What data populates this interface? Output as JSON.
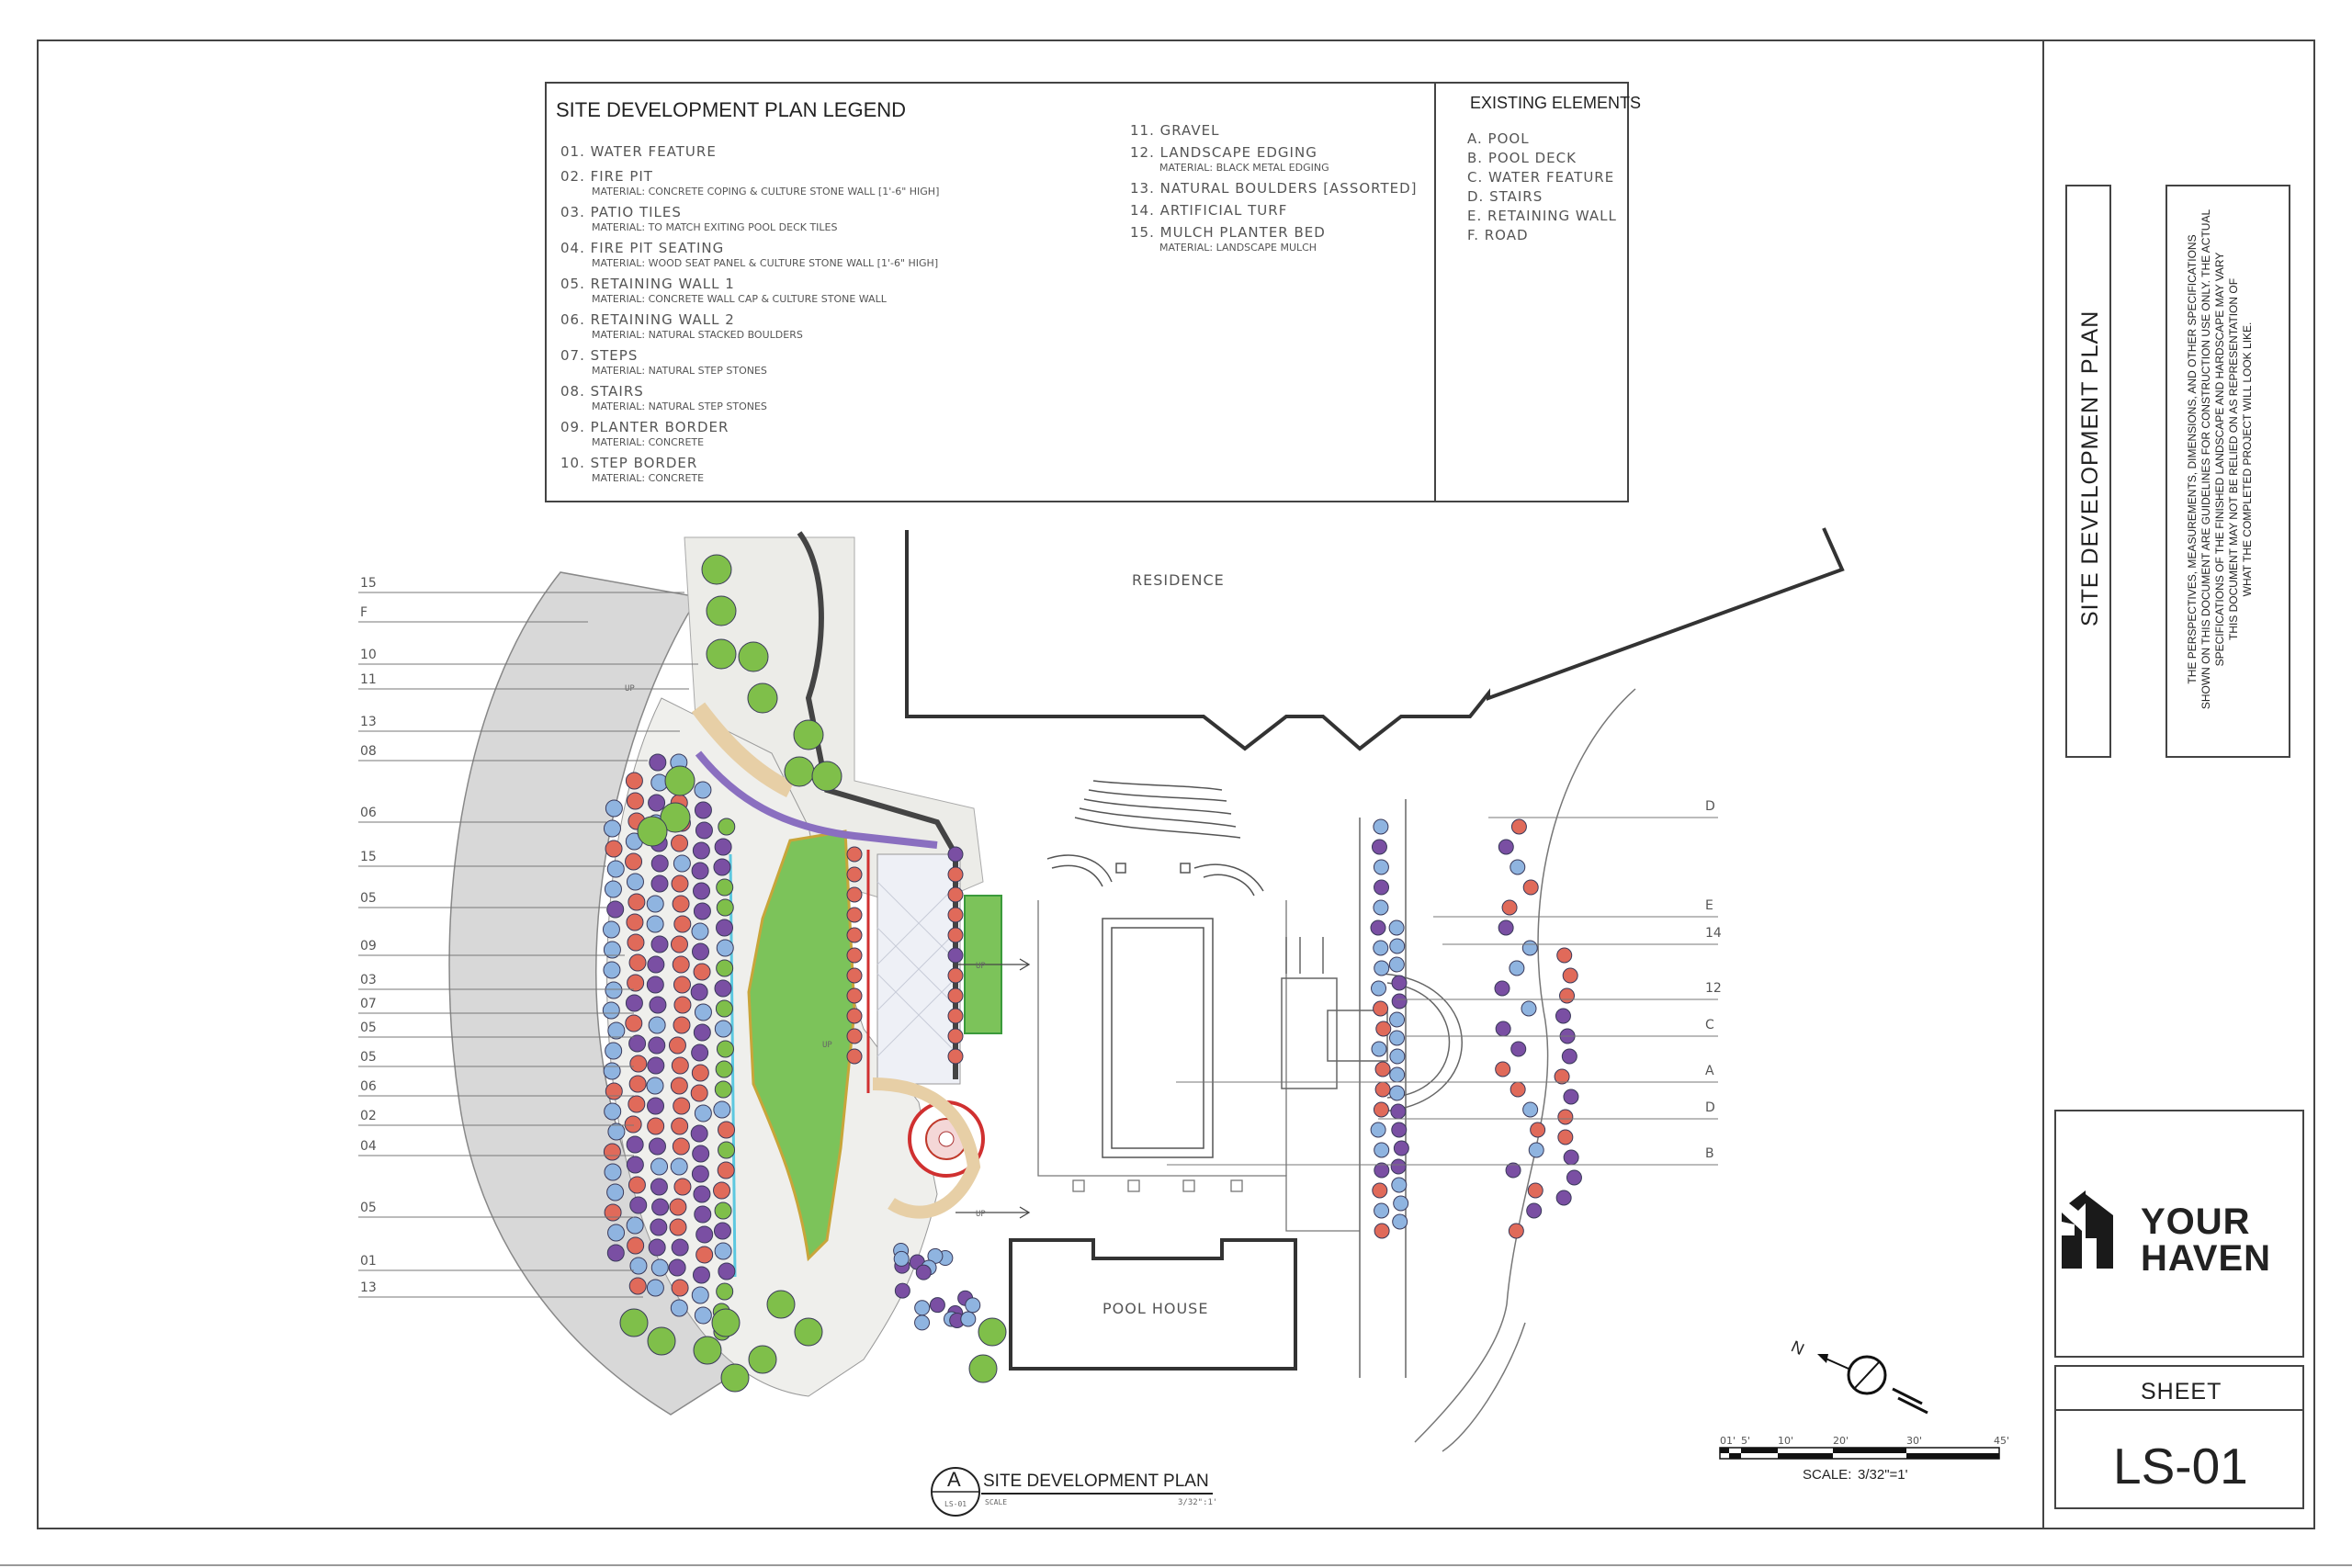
{
  "legend": {
    "title": "SITE DEVELOPMENT PLAN LEGEND",
    "items": [
      {
        "label": "01.  WATER FEATURE",
        "material": ""
      },
      {
        "label": "02.  FIRE PIT",
        "material": "MATERIAL:  CONCRETE COPING & CULTURE STONE WALL [1'-6\" HIGH]"
      },
      {
        "label": "03.  PATIO TILES",
        "material": "MATERIAL:  TO MATCH EXITING POOL DECK TILES"
      },
      {
        "label": "04.  FIRE PIT SEATING",
        "material": "MATERIAL:  WOOD SEAT PANEL & CULTURE STONE WALL [1'-6\" HIGH]"
      },
      {
        "label": "05.  RETAINING WALL 1",
        "material": "MATERIAL:  CONCRETE WALL CAP & CULTURE STONE WALL"
      },
      {
        "label": "06.  RETAINING WALL 2",
        "material": "MATERIAL:  NATURAL STACKED BOULDERS"
      },
      {
        "label": "07.  STEPS",
        "material": "MATERIAL:  NATURAL STEP STONES"
      },
      {
        "label": "08.  STAIRS",
        "material": "MATERIAL:  NATURAL STEP STONES"
      },
      {
        "label": "09.  PLANTER BORDER",
        "material": "MATERIAL:  CONCRETE"
      },
      {
        "label": "10.  STEP BORDER",
        "material": "MATERIAL:  CONCRETE"
      }
    ],
    "items_right": [
      {
        "label": "11.  GRAVEL",
        "material": ""
      },
      {
        "label": "12.  LANDSCAPE EDGING",
        "material": "MATERIAL:  BLACK METAL EDGING"
      },
      {
        "label": "13.  NATURAL BOULDERS [ASSORTED]",
        "material": ""
      },
      {
        "label": "14.  ARTIFICIAL TURF",
        "material": ""
      },
      {
        "label": "15.  MULCH PLANTER BED",
        "material": "MATERIAL:  LANDSCAPE MULCH"
      }
    ]
  },
  "existing": {
    "title": "EXISTING ELEMENTS",
    "items": [
      "A.  POOL",
      "B.  POOL DECK",
      "C.  WATER FEATURE",
      "D.  STAIRS",
      "E.  RETAINING WALL",
      "F.  ROAD"
    ]
  },
  "plan": {
    "residence": "RESIDENCE",
    "pool_house": "POOL HOUSE",
    "up": "UP",
    "callouts_left": [
      "15",
      "F",
      "10",
      "11",
      "13",
      "08",
      "06",
      "15",
      "05",
      "09",
      "03",
      "07",
      "05",
      "05",
      "06",
      "02",
      "04",
      "05",
      "01",
      "13"
    ],
    "callouts_right": [
      "D",
      "E",
      "14",
      "12",
      "C",
      "A",
      "D",
      "B"
    ]
  },
  "title_block": {
    "sheet_title": "SITE DEVELOPMENT PLAN",
    "disclaimer": [
      "THE PERSPECTIVES, MEASUREMENTS, DIMENSIONS, AND OTHER SPECIFICATIONS",
      "SHOWN ON THIS DOCUMENT ARE GUIDELINES FOR CONSTRUCTION USE ONLY. THE ACTUAL",
      "SPECIFICATIONS OF THE FINISHED LANDSCAPE AND HARDSCAPE MAY VARY",
      "THIS DOCUMENT MAY NOT BE RELIED ON AS REPRESENTATION OF",
      "WHAT THE COMPLETED PROJECT WILL LOOK LIKE."
    ],
    "logo_line1": "YOUR",
    "logo_line2": "HAVEN",
    "sheet_label": "SHEET",
    "sheet_number": "LS-01"
  },
  "drawing_label": {
    "marker": "A",
    "sub": "LS-01",
    "title": "SITE DEVELOPMENT PLAN",
    "scale_word": "SCALE",
    "scale_value": "3/32\":1'"
  },
  "scale_bar": {
    "ticks": [
      "01'",
      "5'",
      "10'",
      "20'",
      "30'",
      "45'"
    ],
    "label": "SCALE:",
    "value": "3/32\"=1'"
  },
  "north": {
    "label": "N"
  },
  "colors": {
    "turf": "#7cc35a",
    "plant_blue": "#8fb4e0",
    "plant_red": "#e06a5a",
    "plant_purple": "#7a4fa3",
    "plant_green": "#7fbf4a",
    "gravel": "#e8e8e4",
    "road": "#d6d6d6"
  }
}
